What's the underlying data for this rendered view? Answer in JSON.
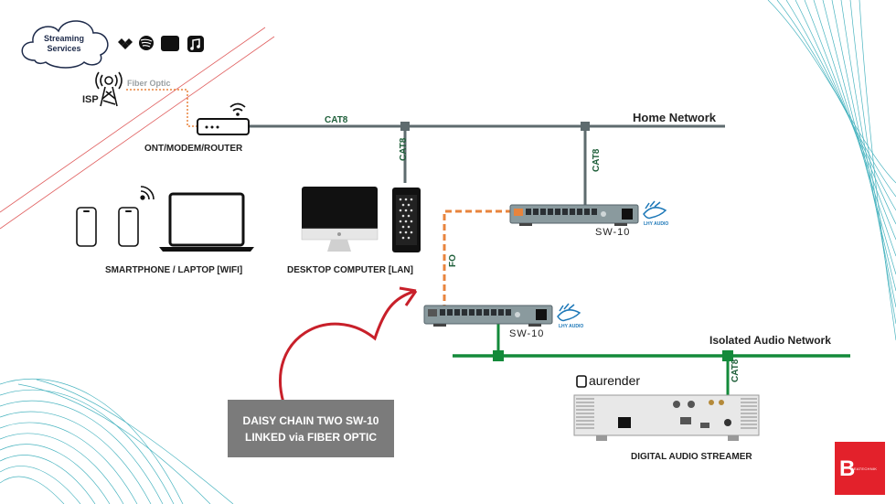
{
  "cloud": {
    "line1": "Streaming",
    "line2": "Services"
  },
  "service_icons": [
    "tidal-icon",
    "spotify-icon",
    "amazon-music-icon",
    "apple-music-icon"
  ],
  "isp": {
    "label": "ISP",
    "link_label": "Fiber Optic"
  },
  "router": {
    "label": "ONT/MODEM/ROUTER"
  },
  "home_network": {
    "label": "Home Network",
    "cable": "CAT8"
  },
  "drop_cable_left": "CAT8",
  "drop_cable_right": "CAT8",
  "wifi_devices": {
    "label": "SMARTPHONE / LAPTOP [WIFI]"
  },
  "desktop": {
    "label": "DESKTOP COMPUTER [LAN]"
  },
  "switch_top": {
    "label": "SW-10",
    "brand": "LHY AUDIO"
  },
  "switch_bottom": {
    "label": "SW-10",
    "brand": "LHY AUDIO"
  },
  "fiber_link": "FO",
  "audio_network": {
    "label": "Isolated Audio Network",
    "cable": "CAT8"
  },
  "streamer": {
    "brand": "aurender",
    "label": "DIGITAL AUDIO STREAMER"
  },
  "callout": {
    "line1": "DAISY CHAIN TWO SW-10",
    "line2": "LINKED via FIBER OPTIC"
  },
  "logo": {
    "letter": "B",
    "text": "BEATECHNIK"
  },
  "colors": {
    "network_grey": "#5e6b6e",
    "audio_green": "#138a3a",
    "fiber_orange": "#e8843d",
    "arrow_red": "#c8202a",
    "badge_red": "#e3212b"
  }
}
